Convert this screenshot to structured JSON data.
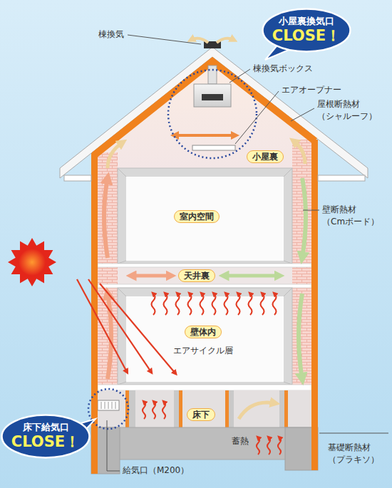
{
  "diagram": {
    "nodes": [
      {
        "text": [
          "小屋裏換気口",
          "CLOSE！"
        ]
      },
      {
        "text": [
          "小屋裏"
        ]
      },
      {
        "text": [
          "室内空間"
        ]
      },
      {
        "text": [
          "天井裏"
        ]
      },
      {
        "text": [
          "壁体内"
        ]
      },
      {
        "text": [
          "床下"
        ]
      },
      {
        "text": [
          "床下給気口",
          "CLOSE！"
        ]
      }
    ],
    "labels": [
      "棟換気",
      "棟換気ボックス",
      "エアオープナー",
      "屋根断熱材 （シャルーフ）",
      "壁断熱材 （Cmボード）",
      "エアサイクル層",
      "蓄熱",
      "基礎断熱材 （プラキソ）",
      "給気口（M200）"
    ]
  }
}
